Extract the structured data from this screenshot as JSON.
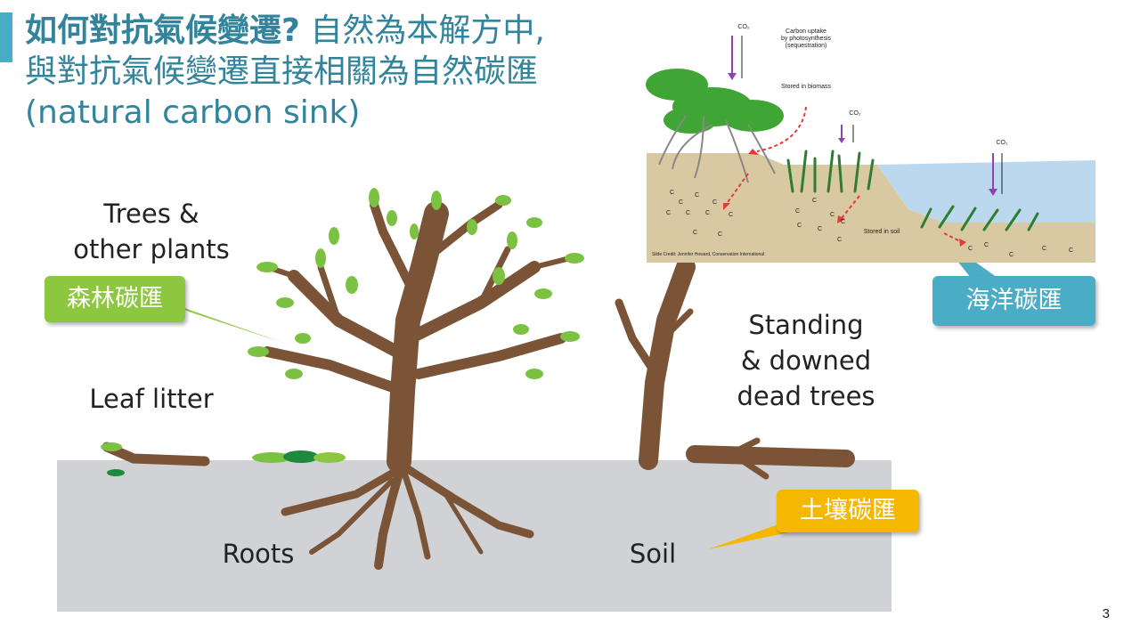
{
  "title": {
    "bold": "如何對抗氣候變遷?",
    "line1": " 自然為本解方中,",
    "line2": "與對抗氣候變遷直接相關為自然碳匯",
    "line3": "(natural carbon sink)"
  },
  "labels": {
    "trees_line1": "Trees &",
    "trees_line2": "other plants",
    "leaf_litter": "Leaf litter",
    "standing_line1": "Standing",
    "standing_line2": "& downed",
    "standing_line3": "dead trees",
    "roots": "Roots",
    "soil": "Soil"
  },
  "callouts": {
    "forest": {
      "label": "森林碳匯",
      "color": "#8dc63f"
    },
    "ocean": {
      "label": "海洋碳匯",
      "color": "#4bacc6"
    },
    "soil": {
      "label": "土壤碳匯",
      "color": "#f5b800"
    }
  },
  "inset": {
    "co2_a": "CO₂",
    "co2_b": "CO₂",
    "co2_c": "CO₂",
    "uptake_line1": "Carbon uptake",
    "uptake_line2": "by photosynthesis",
    "uptake_line3": "(sequestration)",
    "stored_biomass": "Stored in biomass",
    "stored_soil": "Stored in soil",
    "credit": "Slide Credit: Jennifer Howard, Conservation International",
    "carbon_symbol": "C"
  },
  "page_number": "3",
  "colors": {
    "title": "#31849b",
    "trunk": "#7b5437",
    "leaf": "#7cc242",
    "leaf_dark": "#1e8a3e",
    "ground": "#d0d2d5",
    "sediment": "#d9c9a3",
    "water": "#bcd8ee"
  }
}
